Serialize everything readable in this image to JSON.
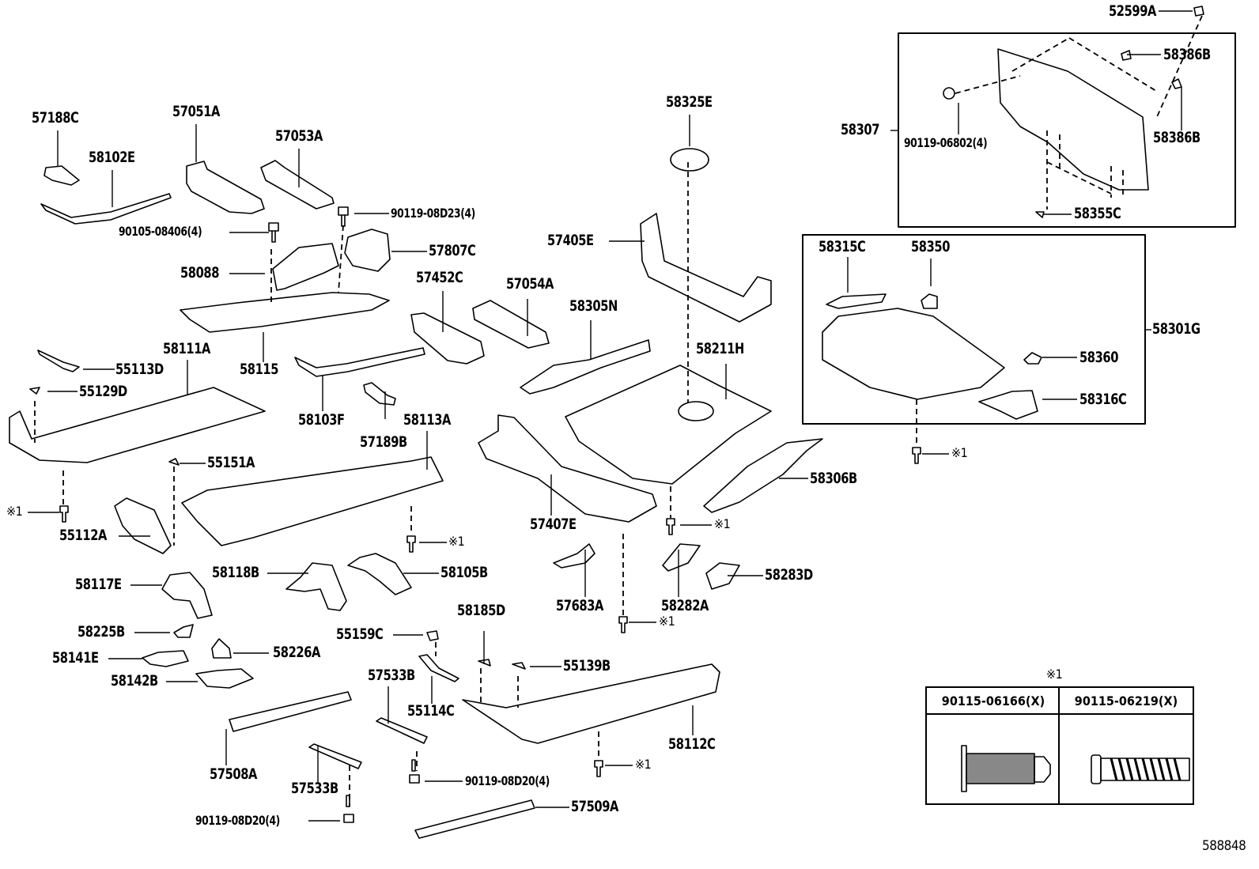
{
  "diagram": {
    "type": "exploded parts diagram",
    "subject": "floor pan & lower back panel",
    "illustration_id": "588848"
  },
  "labels": {
    "p57188C": "57188C",
    "p58102E": "58102E",
    "p57051A": "57051A",
    "p57053A": "57053A",
    "p90119_08D23": "90119-08D23(4)",
    "p90105_08406": "90105-08406(4)",
    "p57807C": "57807C",
    "p58088": "58088",
    "p58115": "58115",
    "p57452C": "57452C",
    "p57054A": "57054A",
    "p58305N": "58305N",
    "p57405E": "57405E",
    "p58325E": "58325E",
    "p58211H": "58211H",
    "p55113D": "55113D",
    "p58111A": "58111A",
    "p55129D": "55129D",
    "p58103F": "58103F",
    "p57189B": "57189B",
    "p58113A": "58113A",
    "p55151A": "55151A",
    "p55112A": "55112A",
    "p57407E": "57407E",
    "p58306B": "58306B",
    "p58117E": "58117E",
    "p58118B": "58118B",
    "p58105B": "58105B",
    "p58225B": "58225B",
    "p58226A": "58226A",
    "p58141E": "58141E",
    "p58142B": "58142B",
    "p55159C": "55159C",
    "p58185D": "58185D",
    "p55139B": "55139B",
    "p57533B_a": "57533B",
    "p55114C": "55114C",
    "p58112C": "58112C",
    "p57508A": "57508A",
    "p57533B_b": "57533B",
    "p90119_08D20_a": "90119-08D20(4)",
    "p90119_08D20_b": "90119-08D20(4)",
    "p57509A": "57509A",
    "p57683A": "57683A",
    "p58282A": "58282A",
    "p58283D": "58283D",
    "p52599A": "52599A",
    "p58386B_a": "58386B",
    "p58386B_b": "58386B",
    "p58307": "58307",
    "p90119_06802": "90119-06802(4)",
    "p58355C": "58355C",
    "p58315C": "58315C",
    "p58350": "58350",
    "p58301G": "58301G",
    "p58360": "58360",
    "p58316C": "58316C"
  },
  "references": {
    "mark": "※1",
    "callouts": [
      "※1",
      "※1",
      "※1",
      "※1",
      "※1",
      "※1",
      "※1"
    ]
  },
  "reference_table": {
    "title": "※1",
    "columns": [
      {
        "part_no": "90115-06166(X)",
        "icon": "flange-bolt-icon"
      },
      {
        "part_no": "90115-06219(X)",
        "icon": "stud-bolt-icon"
      }
    ]
  }
}
